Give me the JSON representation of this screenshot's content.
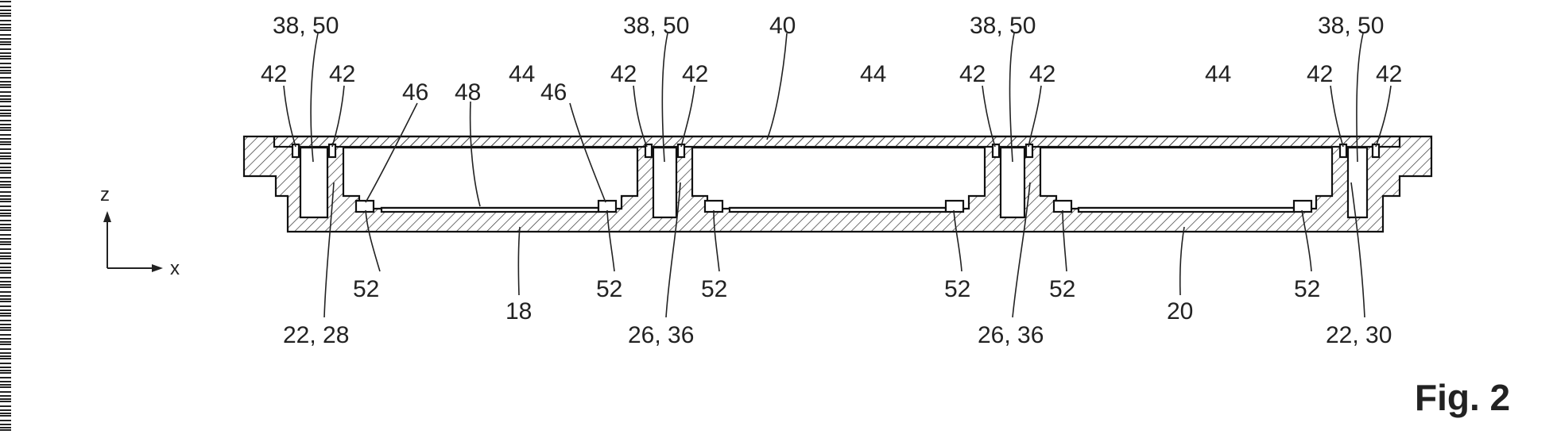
{
  "figure_label": "Fig. 2",
  "axes": {
    "vertical": "z",
    "horizontal": "x"
  },
  "reference_labels": {
    "r38_50_a": "38, 50",
    "r38_50_b": "38, 50",
    "r38_50_c": "38, 50",
    "r38_50_d": "38, 50",
    "r40": "40",
    "r42_a": "42",
    "r42_b": "42",
    "r42_c": "42",
    "r42_d": "42",
    "r42_e": "42",
    "r42_f": "42",
    "r42_g": "42",
    "r42_h": "42",
    "r46_a": "46",
    "r46_b": "46",
    "r48": "48",
    "r44_a": "44",
    "r44_b": "44",
    "r44_c": "44",
    "r52_a": "52",
    "r52_b": "52",
    "r52_c": "52",
    "r52_d": "52",
    "r52_e": "52",
    "r52_f": "52",
    "r18": "18",
    "r20": "20",
    "r22_28": "22, 28",
    "r26_36_a": "26, 36",
    "r26_36_b": "26, 36",
    "r22_30": "22, 30"
  }
}
